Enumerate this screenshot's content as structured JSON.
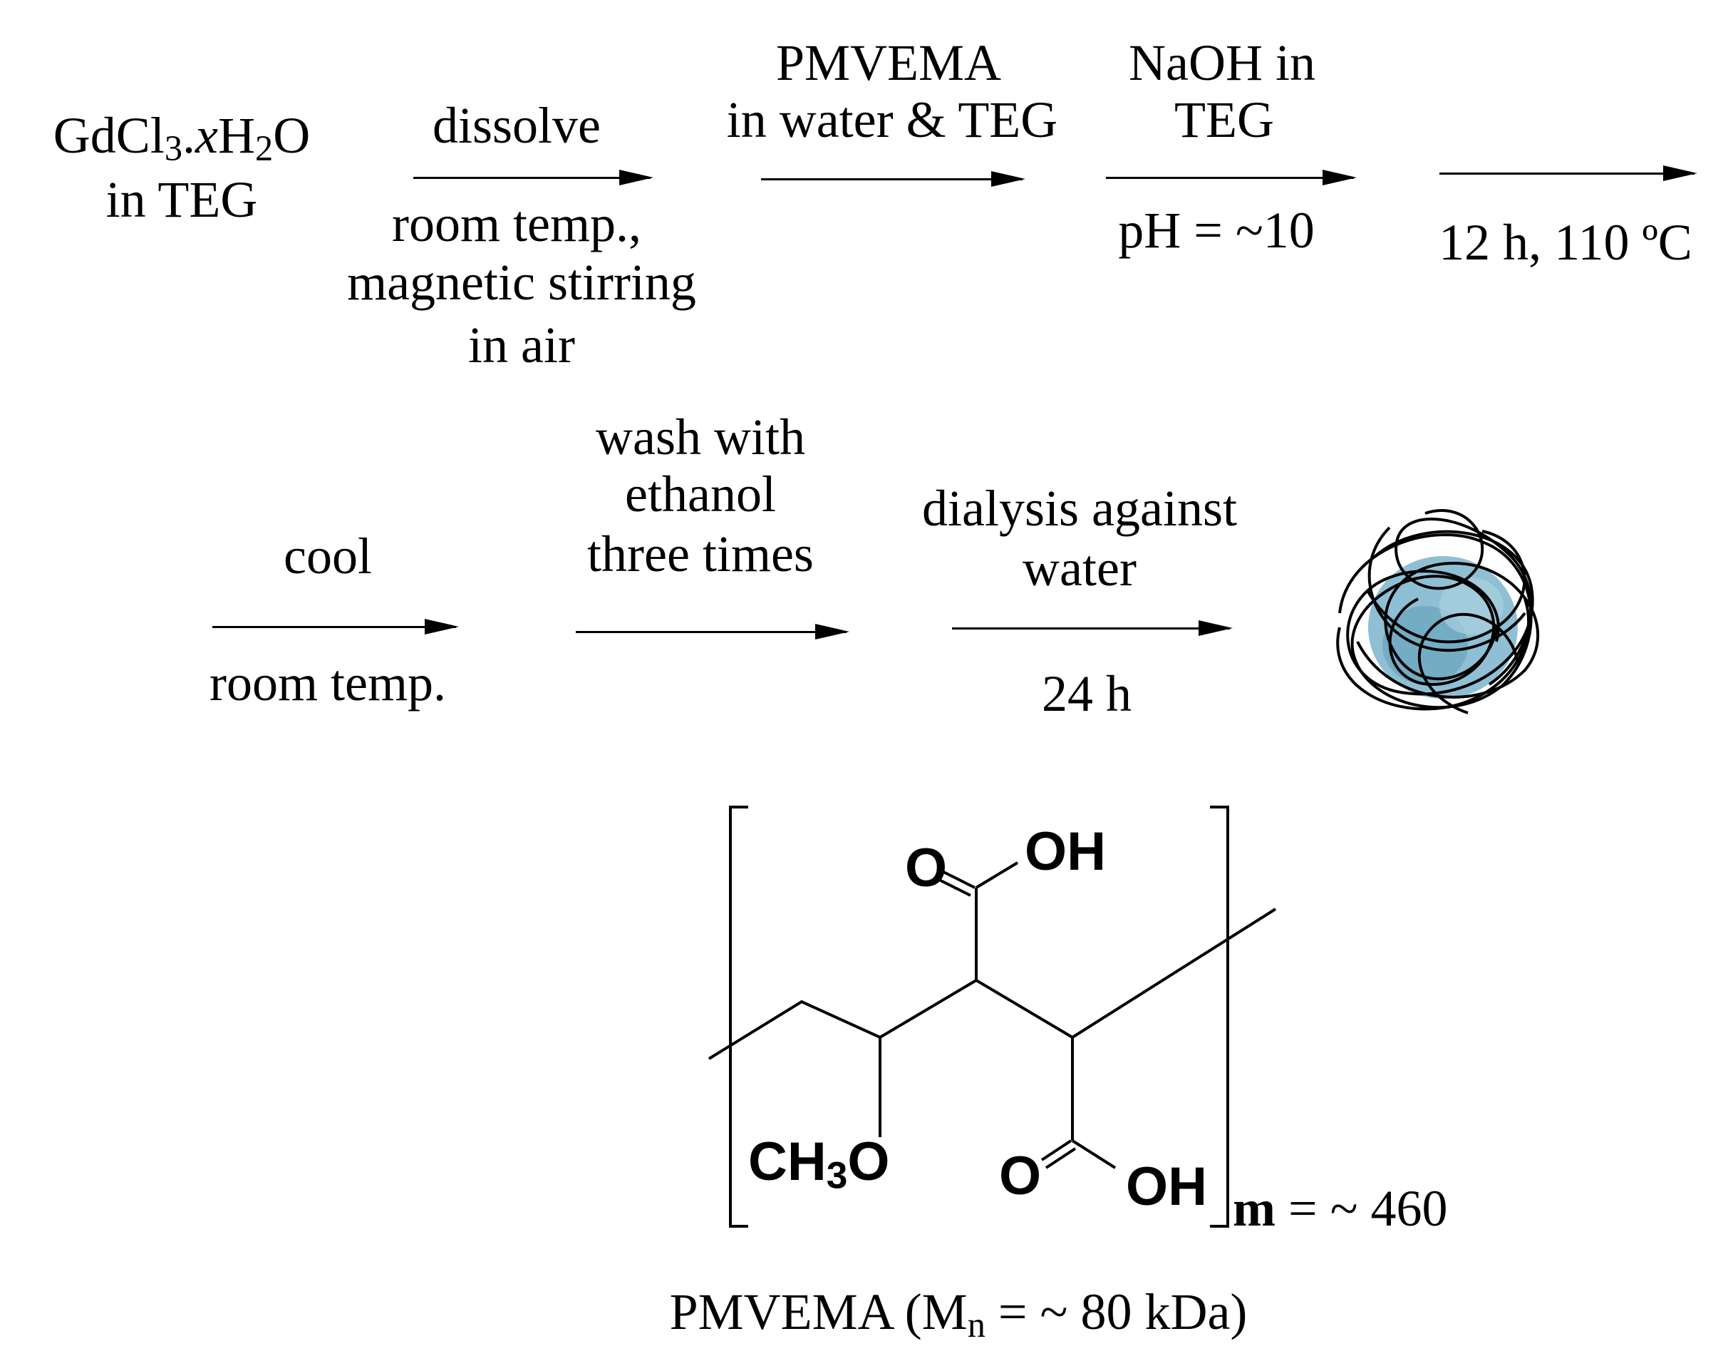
{
  "start": {
    "line1_prefix": "GdCl",
    "line1_sub": "3",
    "line1_dot": ".",
    "line1_x": "x",
    "line1_h": "H",
    "line1_h_sub": "2",
    "line1_o": "O",
    "line2": "in TEG"
  },
  "row1": [
    {
      "above": [
        "dissolve"
      ],
      "below": [
        "room temp.,",
        "magnetic stirring",
        "in air"
      ]
    },
    {
      "above": [
        "PMVEMA",
        "in water & TEG"
      ],
      "below": []
    },
    {
      "above": [
        "NaOH in",
        "TEG"
      ],
      "below": [
        "pH = ~10"
      ]
    },
    {
      "above": [],
      "below": [
        "12 h, 110 ºC"
      ]
    }
  ],
  "row2": [
    {
      "above": [
        "cool"
      ],
      "below": [
        "room temp."
      ]
    },
    {
      "above": [
        "wash with",
        "ethanol",
        "three times"
      ],
      "below": []
    },
    {
      "above": [
        "dialysis against",
        "water"
      ],
      "below": [
        "24 h"
      ]
    }
  ],
  "product_icon": "polymer-coated-nanoparticle-icon",
  "structure": {
    "oh_top": "OH",
    "o_top": "O",
    "methoxy_prefix": "CH",
    "methoxy_sub": "3",
    "methoxy_suffix": "O",
    "o_bottom": "O",
    "oh_bottom": "OH",
    "repeat_label": "m",
    "repeat_value": " = ~ 460"
  },
  "caption": {
    "prefix": "PMVEMA (M",
    "sub": "n",
    "suffix": " = ~ 80 kDa)"
  },
  "colors": {
    "particle_core": "#8fbfd4",
    "particle_core_dark": "#5e9cb6"
  }
}
